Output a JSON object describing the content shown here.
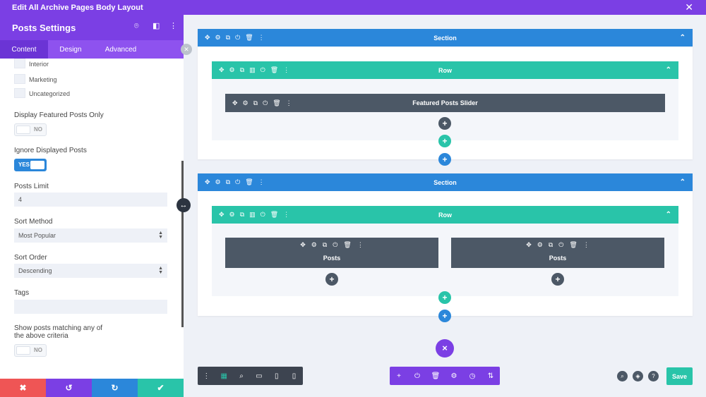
{
  "window": {
    "title": "Edit All Archive Pages Body Layout",
    "close_icon": "✕"
  },
  "sidebar": {
    "title": "Posts Settings",
    "header_icons": [
      "⌾",
      "◧",
      "⋮"
    ],
    "tabs": [
      {
        "label": "Content"
      },
      {
        "label": "Design"
      },
      {
        "label": "Advanced"
      }
    ],
    "categories": [
      {
        "label": "Interior"
      },
      {
        "label": "Marketing"
      },
      {
        "label": "Uncategorized"
      }
    ],
    "display_featured": {
      "label": "Display Featured Posts Only",
      "value": "NO"
    },
    "ignore_displayed": {
      "label": "Ignore Displayed Posts",
      "value": "YES"
    },
    "posts_limit": {
      "label": "Posts Limit",
      "value": "4"
    },
    "sort_method": {
      "label": "Sort Method",
      "value": "Most Popular"
    },
    "sort_order": {
      "label": "Sort Order",
      "value": "Descending"
    },
    "tags": {
      "label": "Tags",
      "value": ""
    },
    "match_any": {
      "label_line1": "Show posts matching any of",
      "label_line2": "the above criteria",
      "value": "NO"
    },
    "footer": {
      "cancel": "✖",
      "undo": "↺",
      "redo": "↻",
      "confirm": "✔"
    },
    "footer_colors": {
      "cancel": "#ef5555",
      "undo": "#7b3fe4",
      "redo": "#2b87da",
      "confirm": "#29c4a9"
    }
  },
  "canvas": {
    "section_label": "Section",
    "row_label": "Row",
    "featured_module": "Featured Posts Slider",
    "posts_module": "Posts",
    "add": "+",
    "close": "×",
    "caret": "⌃"
  },
  "bottom_toolbar": {
    "left": [
      "⋮",
      "▦",
      "⌕",
      "▭",
      "▯",
      "▯"
    ],
    "middle": [
      "+",
      "⏻",
      "🗑",
      "⚙",
      "◷",
      "⇅"
    ],
    "right_icons": [
      "⌕",
      "◈",
      "?"
    ],
    "save": "Save"
  }
}
